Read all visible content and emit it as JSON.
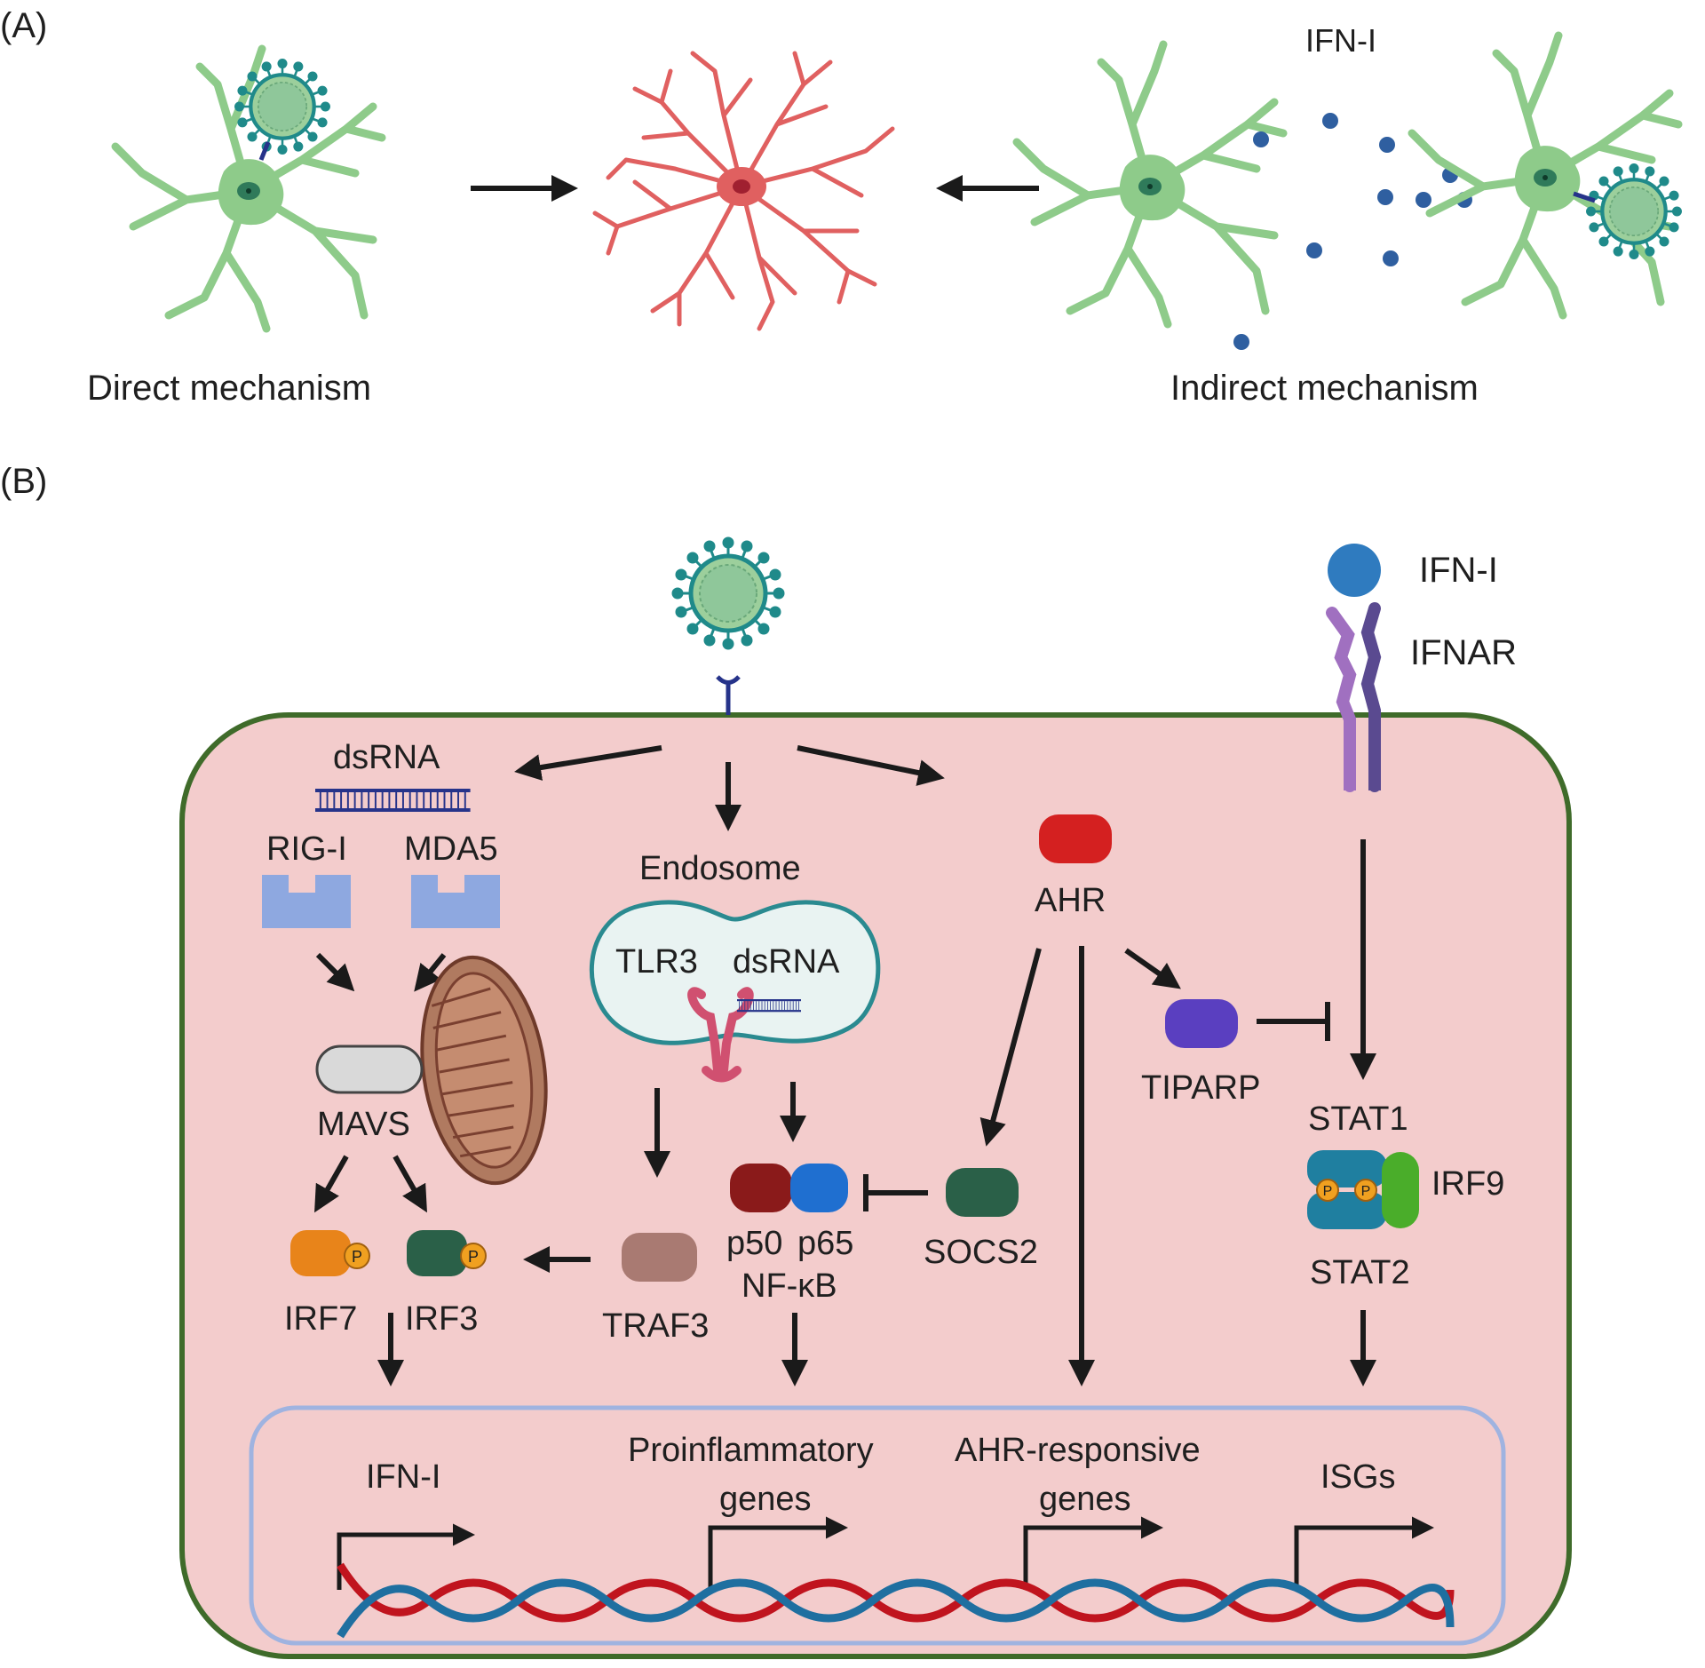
{
  "panel_a": {
    "label": "(A)",
    "ifn_label": "IFN-I",
    "direct_label": "Direct mechanism",
    "indirect_label": "Indirect mechanism"
  },
  "panel_b": {
    "label": "(B)",
    "ifn_label": "IFN-I",
    "ifnar_label": "IFNAR",
    "dsrna_label": "dsRNA",
    "rigi_label": "RIG-I",
    "mda5_label": "MDA5",
    "endosome_label": "Endosome",
    "tlr3_label": "TLR3",
    "endo_dsrna_label": "dsRNA",
    "ahr_label": "AHR",
    "tiparp_label": "TIPARP",
    "stat1_label": "STAT1",
    "irf9_label": "IRF9",
    "stat2_label": "STAT2",
    "mavs_label": "MAVS",
    "irf7_label": "IRF7",
    "irf3_label": "IRF3",
    "traf3_label": "TRAF3",
    "p50_label": "p50",
    "p65_label": "p65",
    "nfkb_label": "NF-κB",
    "socs2_label": "SOCS2",
    "phospho_label": "P",
    "genes": {
      "ifn": "IFN-I",
      "proinflammatory_1": "Proinflammatory",
      "proinflammatory_2": "genes",
      "ahr_responsive_1": "AHR-responsive",
      "ahr_responsive_2": "genes",
      "isgs": "ISGs"
    }
  },
  "colors": {
    "neuron_green": "#8ecb8a",
    "astrocyte_red": "#e06060",
    "cell_fill": "#f3cccc",
    "cell_border": "#3f6b2a",
    "nucleus_border": "#9fb3e0",
    "virus_green": "#9ccf9c",
    "virus_teal": "#1f8a8a",
    "ifn_blue": "#2f5fa0",
    "dna_red": "#c0141e",
    "dna_blue": "#1f6fa0"
  }
}
